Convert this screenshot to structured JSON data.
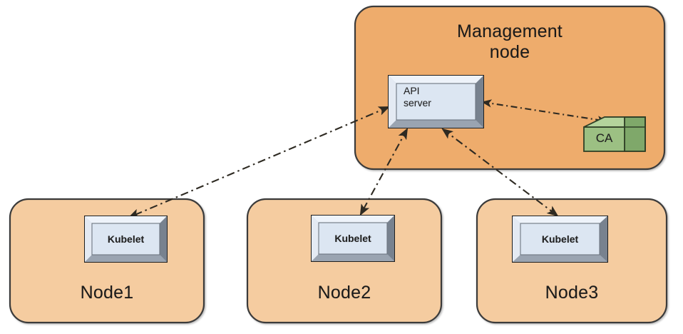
{
  "diagram": {
    "title_hidden": "",
    "colors": {
      "management_fill": "#eeac6c",
      "node_fill": "#f5cca0",
      "box_inner_fill": "#dce6f2",
      "box_bevel_light": "#e8eef7",
      "box_bevel_dark": "#8f98a6",
      "box_bevel_mid": "#b8c2ce",
      "ca_front_fill": "#9cc083",
      "ca_top_fill": "#b4d39c",
      "ca_side_fill": "#7fa86a",
      "outline": "#3b3b3b",
      "connector": "#2e2a22",
      "background": "#ffffff"
    },
    "management_node": {
      "label": "Management\nnode",
      "api_server": {
        "label": "API\nserver"
      },
      "ca": {
        "label": "CA"
      }
    },
    "nodes": [
      {
        "label": "Node1",
        "component": {
          "label": "Kubelet"
        }
      },
      {
        "label": "Node2",
        "component": {
          "label": "Kubelet"
        }
      },
      {
        "label": "Node3",
        "component": {
          "label": "Kubelet"
        }
      }
    ],
    "connectors": [
      {
        "name": "api-server-to-kubelet1",
        "from": "API server",
        "to": "Node1 Kubelet",
        "style": "dash-dot",
        "arrows": "both"
      },
      {
        "name": "api-server-to-kubelet2",
        "from": "API server",
        "to": "Node2 Kubelet",
        "style": "dash-dot",
        "arrows": "both"
      },
      {
        "name": "api-server-to-kubelet3",
        "from": "API server",
        "to": "Node3 Kubelet",
        "style": "dash-dot",
        "arrows": "both"
      },
      {
        "name": "api-server-to-ca",
        "from": "API server",
        "to": "CA",
        "style": "dash-dot",
        "arrows": "both"
      }
    ]
  }
}
